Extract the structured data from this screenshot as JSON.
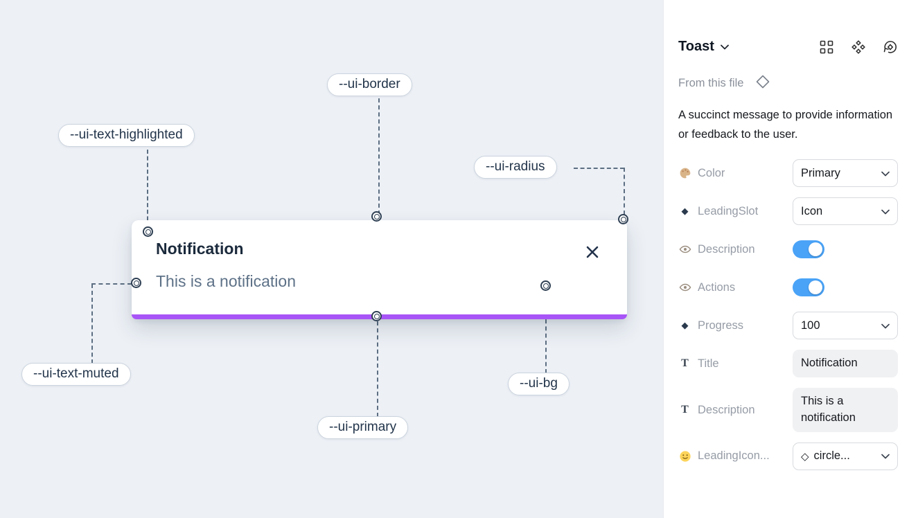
{
  "canvas": {
    "toast": {
      "title": "Notification",
      "description": "This is a notification"
    },
    "labels": {
      "border": "--ui-border",
      "text_highlighted": "--ui-text-highlighted",
      "radius": "--ui-radius",
      "text_muted": "--ui-text-muted",
      "primary": "--ui-primary",
      "bg": "--ui-bg"
    },
    "colors": {
      "canvas_bg": "#edf1f6",
      "primary_bar": "#a855f7"
    }
  },
  "panel": {
    "title": "Toast",
    "source_label": "From this file",
    "description": "A succinct message to provide information or feedback to the user.",
    "colors": {
      "toggle_on": "#4aa3f7"
    },
    "properties": [
      {
        "label": "Color",
        "type": "select",
        "value": "Primary",
        "icon": "palette-icon"
      },
      {
        "label": "LeadingSlot",
        "type": "select",
        "value": "Icon",
        "icon": "diamond-icon"
      },
      {
        "label": "Description",
        "type": "toggle",
        "value": "on",
        "icon": "eye-icon"
      },
      {
        "label": "Actions",
        "type": "toggle",
        "value": "on",
        "icon": "eye-icon"
      },
      {
        "label": "Progress",
        "type": "select",
        "value": "100",
        "icon": "diamond-icon"
      },
      {
        "label": "Title",
        "type": "text",
        "value": "Notification",
        "icon": "text-icon"
      },
      {
        "label": "Description",
        "type": "text",
        "value": "This is a notification",
        "icon": "text-icon"
      },
      {
        "label": "LeadingIcon...",
        "type": "select",
        "value": "circle...",
        "icon": "smiley-icon"
      }
    ]
  }
}
